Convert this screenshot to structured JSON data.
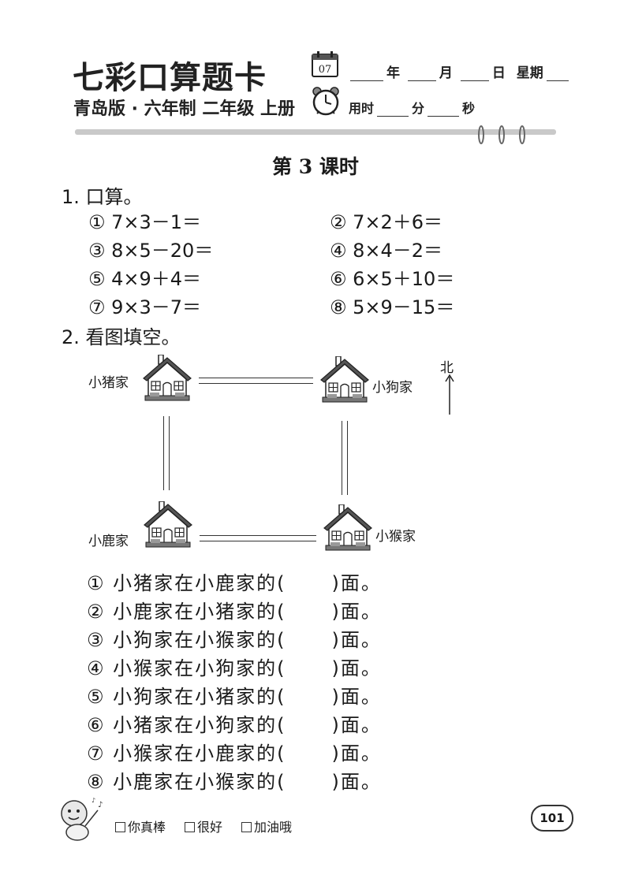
{
  "header": {
    "brand": "七彩口算题卡",
    "edition": "青岛版 · 六年制 二年级 上册",
    "calendar_day": "07",
    "date_year": "年",
    "date_month": "月",
    "date_day": "日",
    "date_week": "星期",
    "time_label": "用时",
    "time_min": "分",
    "time_sec": "秒"
  },
  "lesson_title": "第 3 课时",
  "q1": {
    "heading": "1. 口算。",
    "items": [
      "① 7×3－1＝",
      "② 7×2＋6＝",
      "③ 8×5－20＝",
      "④ 8×4－2＝",
      "⑤ 4×9＋4＝",
      "⑥ 6×5＋10＝",
      "⑦ 9×3－7＝",
      "⑧ 5×9－15＝"
    ]
  },
  "q2": {
    "heading": "2. 看图填空。",
    "north_label": "北",
    "houses": {
      "pig": "小猪家",
      "dog": "小狗家",
      "deer": "小鹿家",
      "monkey": "小猴家"
    },
    "items": [
      {
        "prefix": "① 小猪家在小鹿家的(",
        "suffix": ")面。"
      },
      {
        "prefix": "② 小鹿家在小猪家的(",
        "suffix": ")面。"
      },
      {
        "prefix": "③ 小狗家在小猴家的(",
        "suffix": ")面。"
      },
      {
        "prefix": "④ 小猴家在小狗家的(",
        "suffix": ")面。"
      },
      {
        "prefix": "⑤ 小狗家在小猪家的(",
        "suffix": ")面。"
      },
      {
        "prefix": "⑥ 小猪家在小狗家的(",
        "suffix": ")面。"
      },
      {
        "prefix": "⑦ 小猴家在小鹿家的(",
        "suffix": ")面。"
      },
      {
        "prefix": "⑧ 小鹿家在小猴家的(",
        "suffix": ")面。"
      }
    ]
  },
  "footer": {
    "eval_options": [
      "你真棒",
      "很好",
      "加油哦"
    ],
    "page_number": "101"
  }
}
